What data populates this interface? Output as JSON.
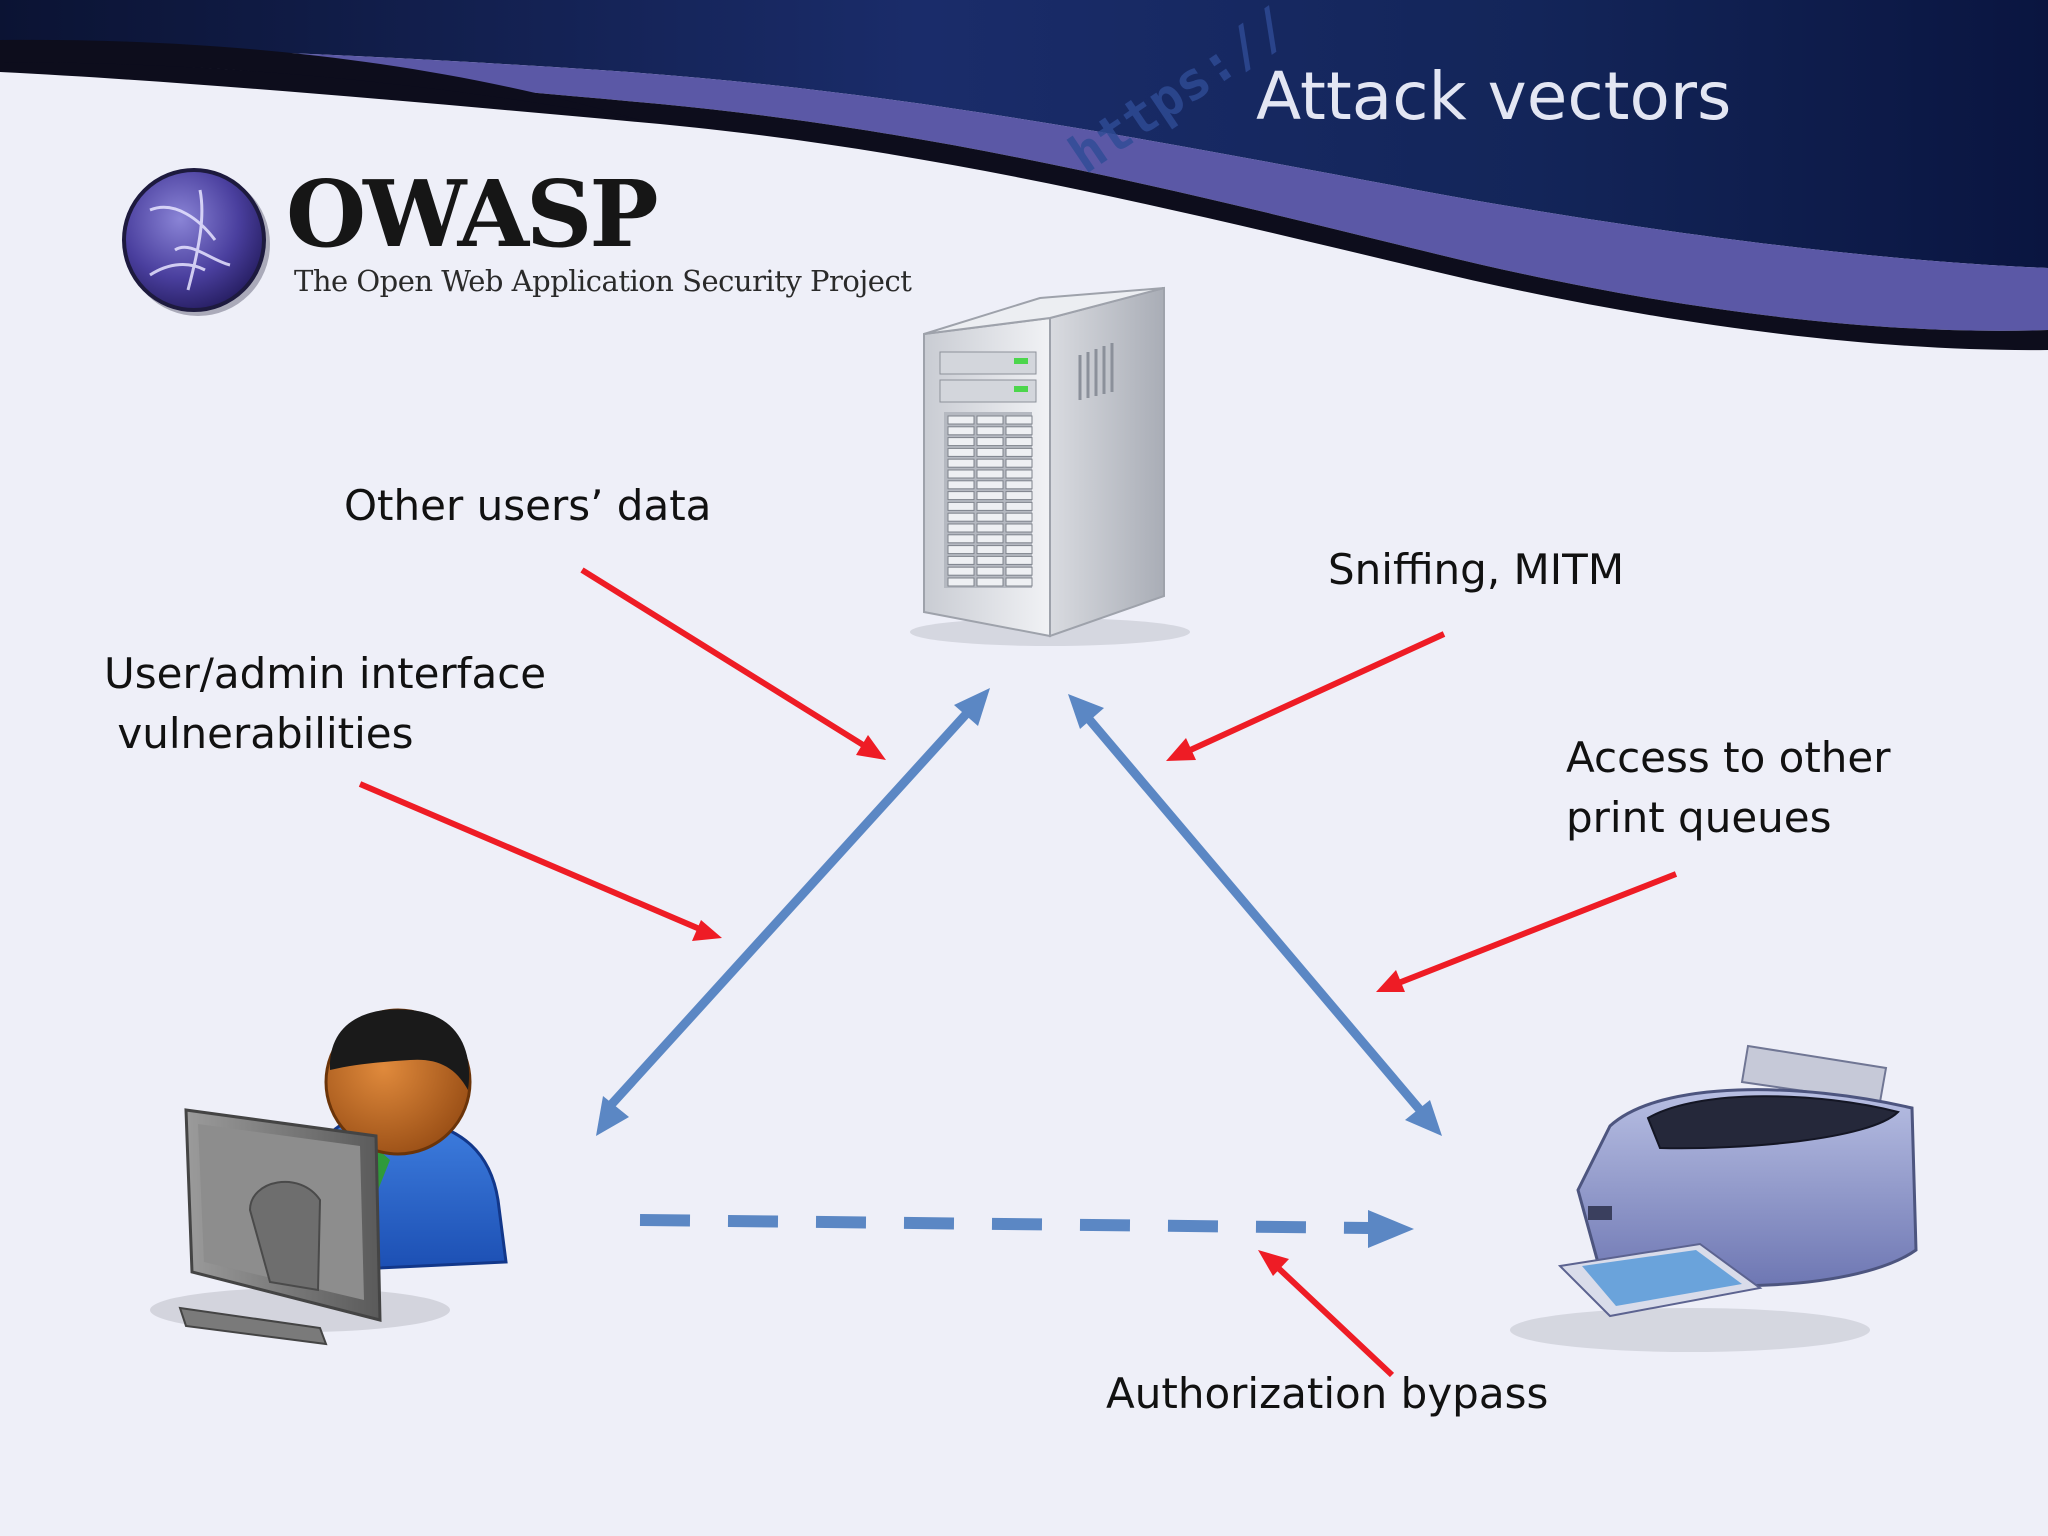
{
  "slide": {
    "title": "Attack vectors",
    "header_url_text": "https://",
    "logo": {
      "name": "OWASP",
      "tagline": "The Open Web Application Security Project"
    }
  },
  "nodes": {
    "server": "server-icon",
    "user": "user-at-computer-icon",
    "printer": "printer-icon"
  },
  "labels": {
    "other_users_data": "Other users’ data",
    "ui_vuln_line1": "User/admin interface",
    "ui_vuln_line2": " vulnerabilities",
    "sniffing": "Sniffing, MITM",
    "print_queues_line1": "Access to other",
    "print_queues_line2": "print queues",
    "auth_bypass": "Authorization bypass"
  },
  "colors": {
    "connection_arrow": "#5b87c4",
    "attack_arrow": "#ee1c25",
    "header_band": "#4e4e96"
  }
}
